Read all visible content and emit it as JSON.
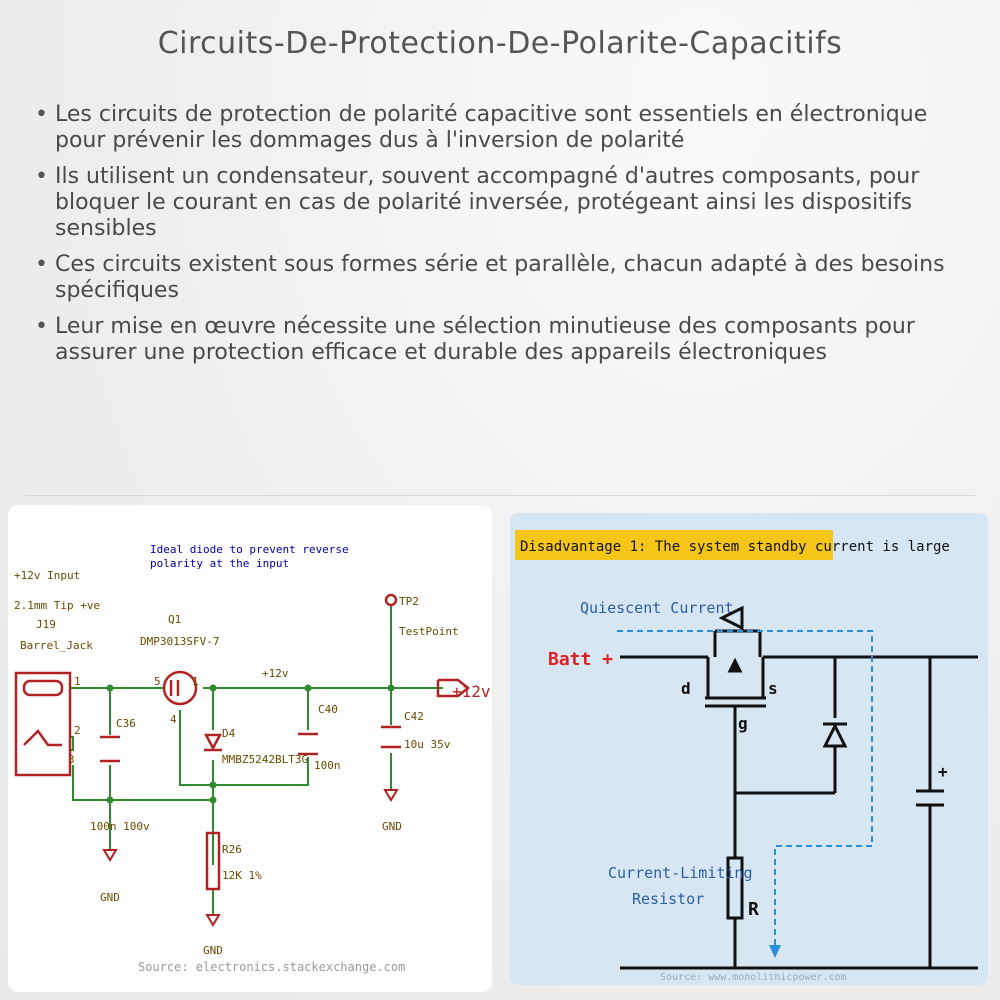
{
  "title": "Circuits-De-Protection-De-Polarite-Capacitifs",
  "bullets": [
    "Les circuits de protection de polarité capacitive sont essentiels en électronique pour prévenir les dommages dus à l'inversion de polarité",
    "Ils utilisent un condensateur, souvent accompagné d'autres composants, pour bloquer le courant en cas de polarité inversée, protégeant ainsi les dispositifs sensibles",
    "Ces circuits existent sous formes série et parallèle, chacun adapté à des besoins spécifiques",
    "Leur mise en œuvre nécessite une sélection minutieuse des composants pour assurer une protection efficace et durable des appareils électroniques"
  ],
  "left_diagram": {
    "note_line1": "Ideal diode to prevent reverse",
    "note_line2": "polarity at the input",
    "input_line1": "+12v Input",
    "input_line2": "2.1mm Tip +ve",
    "j19": "J19",
    "barrel": "Barrel_Jack",
    "q1": "Q1",
    "q1_part": "DMP3013SFV-7",
    "net_12v": "+12v",
    "tp2": "TP2",
    "testpoint": "TestPoint",
    "c36": "C36",
    "c36_val": "100n 100v",
    "d4": "D4",
    "d4_part": "MMBZ5242BLT3G",
    "c40": "C40",
    "c40_val": "100n",
    "c42": "C42",
    "c42_val": "10u 35v",
    "r26": "R26",
    "r26_val": "12K 1%",
    "gnd": "GND",
    "out_label": "+12v",
    "pin1": "1",
    "pin2": "2",
    "pin3": "3",
    "pin5": "5",
    "pin4": "4",
    "source": "Source: electronics.stackexchange.com",
    "colors": {
      "wire": "#2e8b2e",
      "component": "#b22222",
      "label": "#0000aa",
      "net": "#6b4a00"
    }
  },
  "right_diagram": {
    "header": "Disadvantage 1: The system standby current is large",
    "quiescent": "Quiescent Current",
    "batt": "Batt +",
    "d": "d",
    "s": "s",
    "g": "g",
    "cl_line1": "Current-Limiting",
    "cl_line2": "Resistor",
    "r": "R",
    "plus": "+",
    "source": "Source: www.monolithicpower.com",
    "colors": {
      "header_bg": "#f5c518",
      "batt": "#e02020",
      "label": "#2a5fa8",
      "dashed": "#2a8fd8"
    }
  }
}
